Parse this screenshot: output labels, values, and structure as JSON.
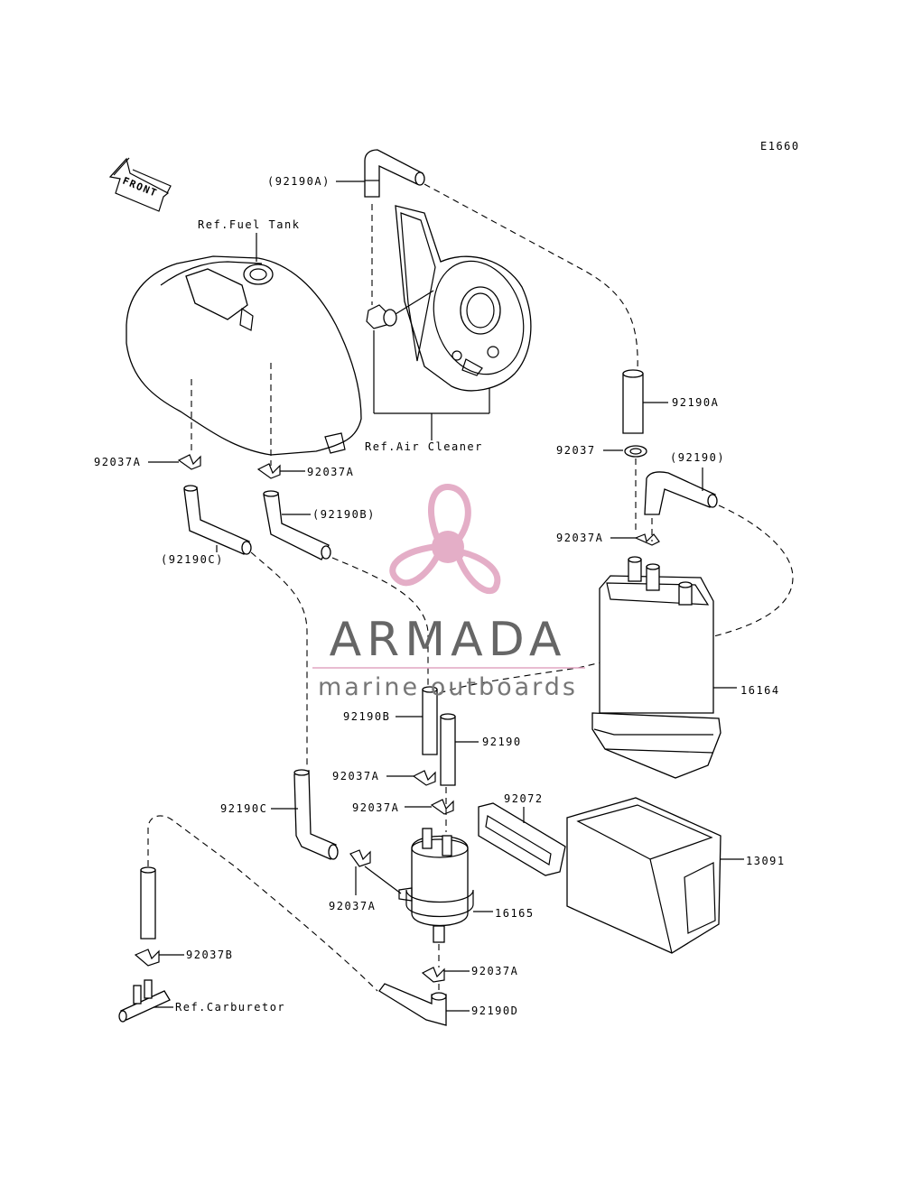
{
  "diagram_code": "E1660",
  "front_label": "FRONT",
  "refs": {
    "fuel_tank": "Ref.Fuel Tank",
    "air_cleaner": "Ref.Air Cleaner",
    "carburetor": "Ref.Carburetor"
  },
  "parts": {
    "p92190A_paren": "(92190A)",
    "p92190A": "92190A",
    "p92037_top": "92037",
    "p92190_paren": "(92190)",
    "p92037A_canister": "92037A",
    "p16164": "16164",
    "p92037A_tank_left": "92037A",
    "p92037A_tank_right": "92037A",
    "p92190B_paren": "(92190B)",
    "p92190C_paren": "(92190C)",
    "p92190B": "92190B",
    "p92190": "92190",
    "p92037A_mid": "92037A",
    "p92037A_filter_top": "92037A",
    "p92072": "92072",
    "p92190C": "92190C",
    "p13091": "13091",
    "p92037A_filter_left": "92037A",
    "p16165": "16165",
    "p92037B": "92037B",
    "p92037A_filter_bottom": "92037A",
    "p92190D": "92190D"
  },
  "watermark": {
    "brand": "ARMADA",
    "tagline": "marine outboards",
    "colors": {
      "logo": "#e2a6c2",
      "brand_text": "#666666"
    }
  }
}
